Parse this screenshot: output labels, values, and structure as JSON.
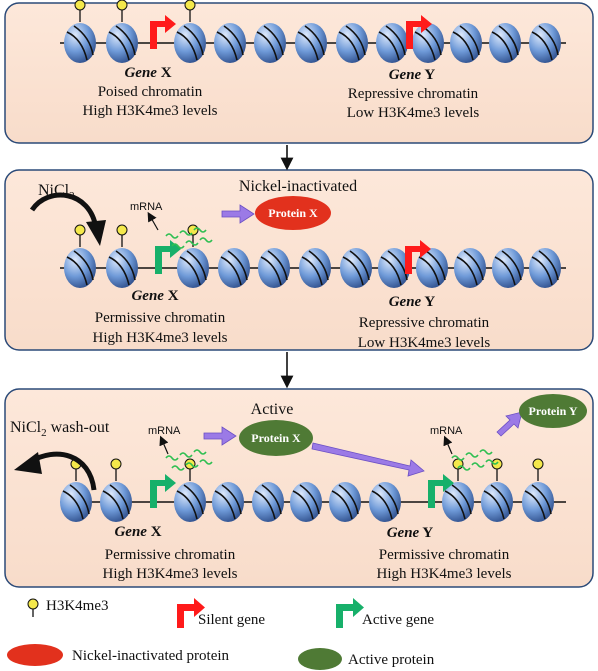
{
  "colors": {
    "panel_fill": "#fbe3d3",
    "panel_stroke": "#2b4a78",
    "nucleosome": "#6f9ad8",
    "mark": "#f4e84b",
    "silent_arrow": "#ff1a1a",
    "active_arrow": "#17b06a",
    "inactive_protein": "#e2311d",
    "active_protein": "#4f7a35",
    "mrna": "#2fbf52",
    "flow_arrow": "#9b7ae6"
  },
  "panel1": {
    "gene_x_name": "Gene",
    "gene_x_letter": "X",
    "gene_x_state": "Poised chromatin",
    "gene_x_level": "High H3K4me3 levels",
    "gene_y_name": "Gene",
    "gene_y_letter": "Y",
    "gene_y_state": "Repressive chromatin",
    "gene_y_level": "Low H3K4me3 levels"
  },
  "panel2": {
    "treatment": "NiCl",
    "treatment_sub": "2",
    "mrna_label": "mRNA",
    "protein_state": "Nickel-inactivated",
    "protein_label": "Protein X",
    "gene_x_name": "Gene",
    "gene_x_letter": "X",
    "gene_x_state": "Permissive chromatin",
    "gene_x_level": "High H3K4me3 levels",
    "gene_y_name": "Gene",
    "gene_y_letter": "Y",
    "gene_y_state": "Repressive chromatin",
    "gene_y_level": "Low H3K4me3 levels"
  },
  "panel3": {
    "treatment": "NiCl",
    "treatment_sub": "2",
    "treatment_rest": " wash-out",
    "mrna_x_label": "mRNA",
    "mrna_y_label": "mRNA",
    "protein_state": "Active",
    "protein_x_label": "Protein X",
    "protein_y_label": "Protein Y",
    "gene_x_name": "Gene",
    "gene_x_letter": "X",
    "gene_x_state": "Permissive chromatin",
    "gene_x_level": "High H3K4me3 levels",
    "gene_y_name": "Gene",
    "gene_y_letter": "Y",
    "gene_y_state": "Permissive chromatin",
    "gene_y_level": "High H3K4me3 levels"
  },
  "legend": {
    "h3k4me3": "H3K4me3",
    "silent_gene": "Silent gene",
    "active_gene": "Active gene",
    "nickel_protein": "Nickel-inactivated protein",
    "active_protein": "Active protein"
  }
}
